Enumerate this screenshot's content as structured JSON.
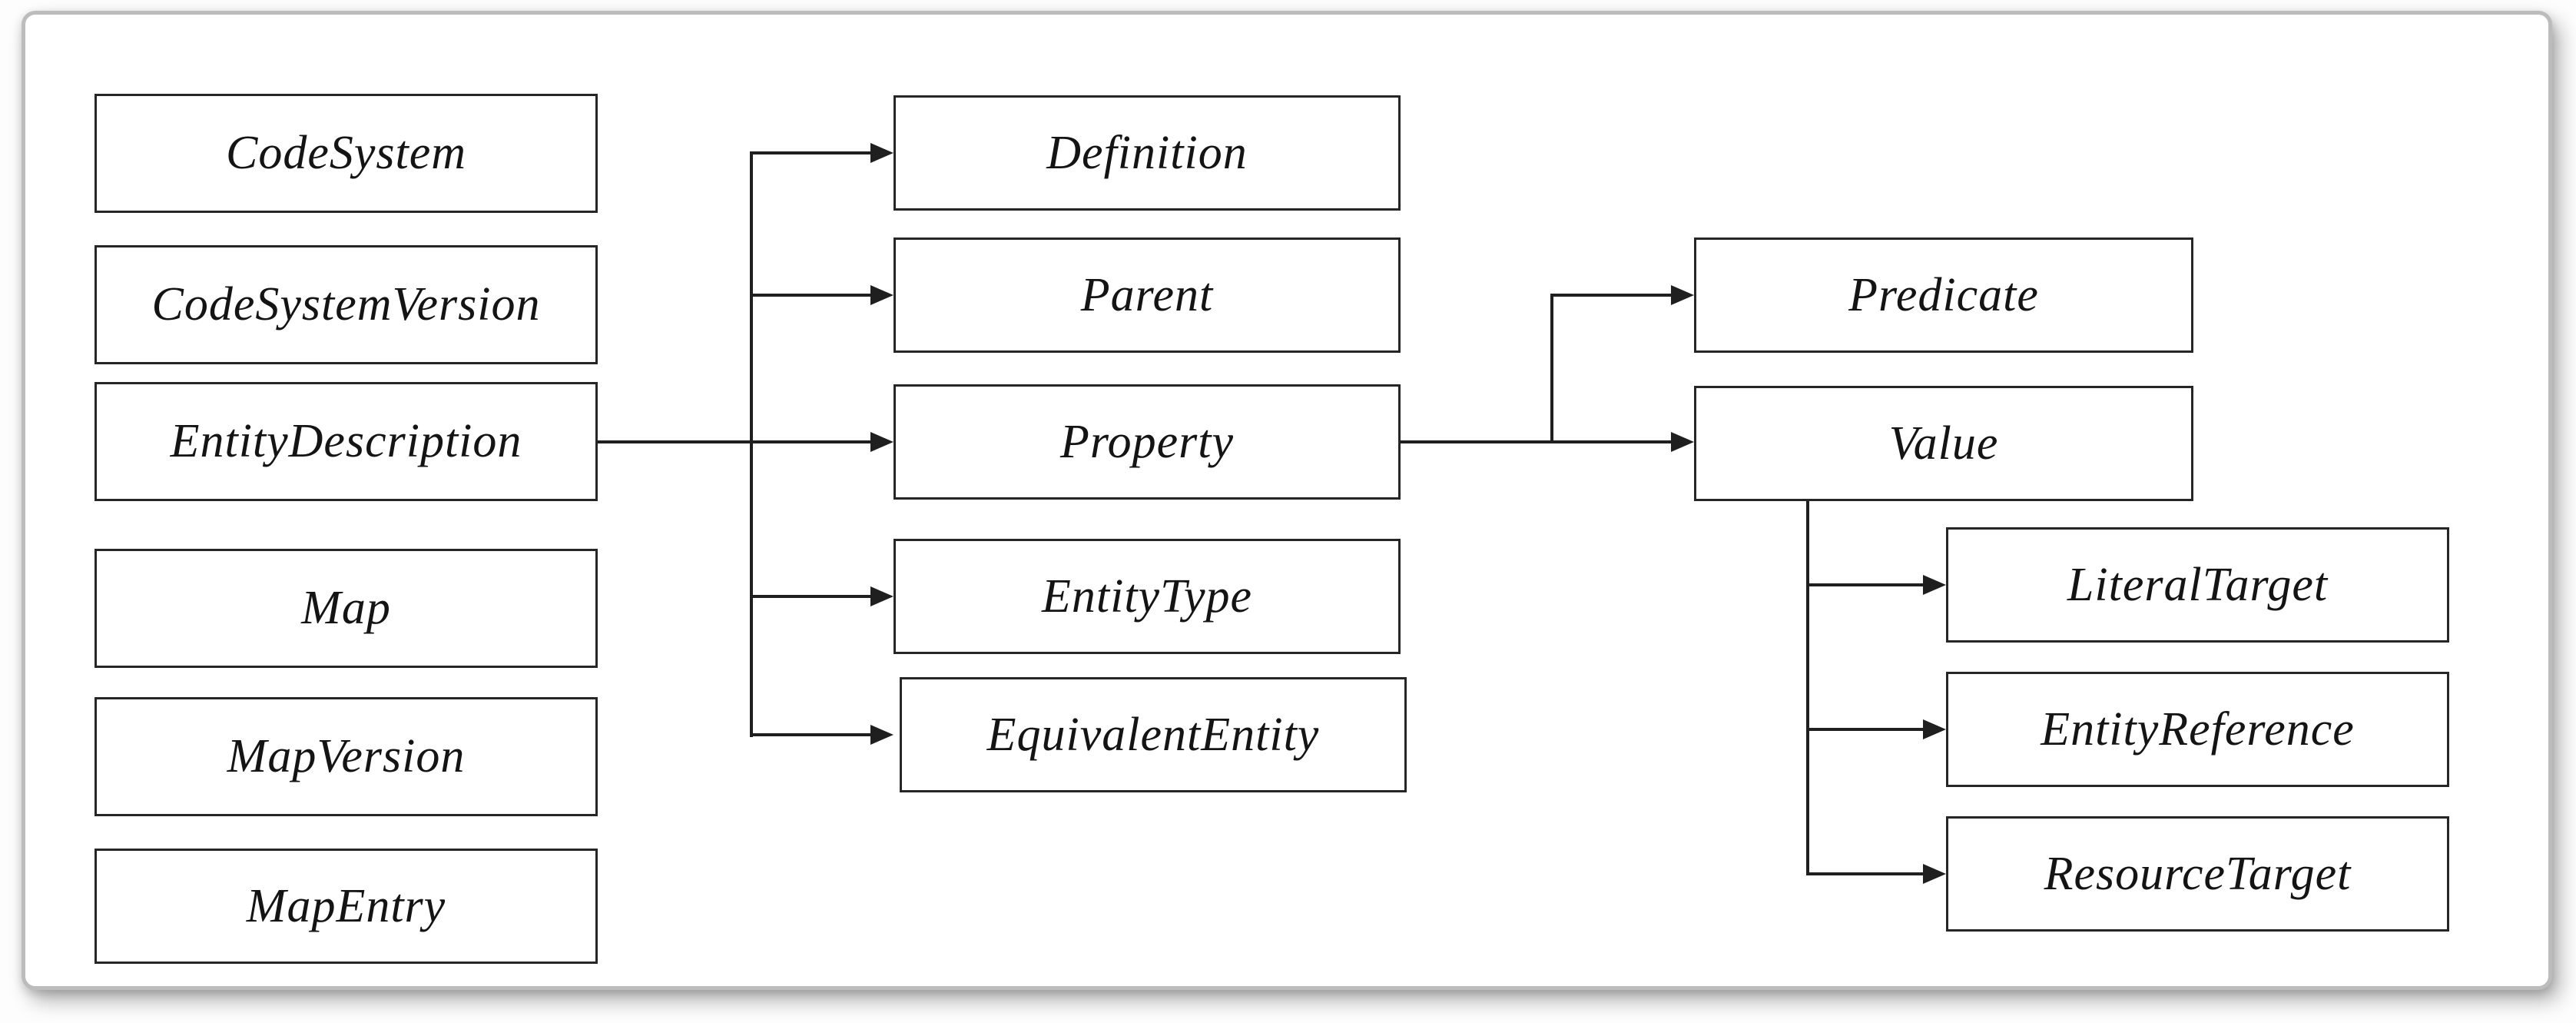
{
  "figure": {
    "description": "Entity relationship diagram of terminology model classes",
    "style": {
      "ink_color": "#1f1f1f",
      "box_border_color": "#262626",
      "box_fill_color": "#ffffff",
      "card_border_color": "#bcbcbc",
      "card_fill_color": "#ffffff"
    }
  },
  "nodes": {
    "codeSystem": {
      "label": "CodeSystem"
    },
    "codeSystemVersion": {
      "label": "CodeSystemVersion"
    },
    "entityDescription": {
      "label": "EntityDescription"
    },
    "map": {
      "label": "Map"
    },
    "mapVersion": {
      "label": "MapVersion"
    },
    "mapEntry": {
      "label": "MapEntry"
    },
    "definition": {
      "label": "Definition"
    },
    "parent": {
      "label": "Parent"
    },
    "property": {
      "label": "Property"
    },
    "entityType": {
      "label": "EntityType"
    },
    "equivalentEntity": {
      "label": "EquivalentEntity"
    },
    "predicate": {
      "label": "Predicate"
    },
    "value": {
      "label": "Value"
    },
    "literalTarget": {
      "label": "LiteralTarget"
    },
    "entityReference": {
      "label": "EntityReference"
    },
    "resourceTarget": {
      "label": "ResourceTarget"
    }
  },
  "columns": {
    "left": [
      "CodeSystem",
      "CodeSystemVersion",
      "EntityDescription",
      "Map",
      "MapVersion",
      "MapEntry"
    ],
    "middle": [
      "Definition",
      "Parent",
      "Property",
      "EntityType",
      "EquivalentEntity"
    ],
    "right": [
      "Predicate",
      "Value"
    ],
    "farRight": [
      "LiteralTarget",
      "EntityReference",
      "ResourceTarget"
    ]
  },
  "edges": [
    {
      "from": "EntityDescription",
      "to": "Definition"
    },
    {
      "from": "EntityDescription",
      "to": "Parent"
    },
    {
      "from": "EntityDescription",
      "to": "Property"
    },
    {
      "from": "EntityDescription",
      "to": "EntityType"
    },
    {
      "from": "EntityDescription",
      "to": "EquivalentEntity"
    },
    {
      "from": "Property",
      "to": "Predicate"
    },
    {
      "from": "Property",
      "to": "Value"
    },
    {
      "from": "Value",
      "to": "LiteralTarget"
    },
    {
      "from": "Value",
      "to": "EntityReference"
    },
    {
      "from": "Value",
      "to": "ResourceTarget"
    }
  ]
}
